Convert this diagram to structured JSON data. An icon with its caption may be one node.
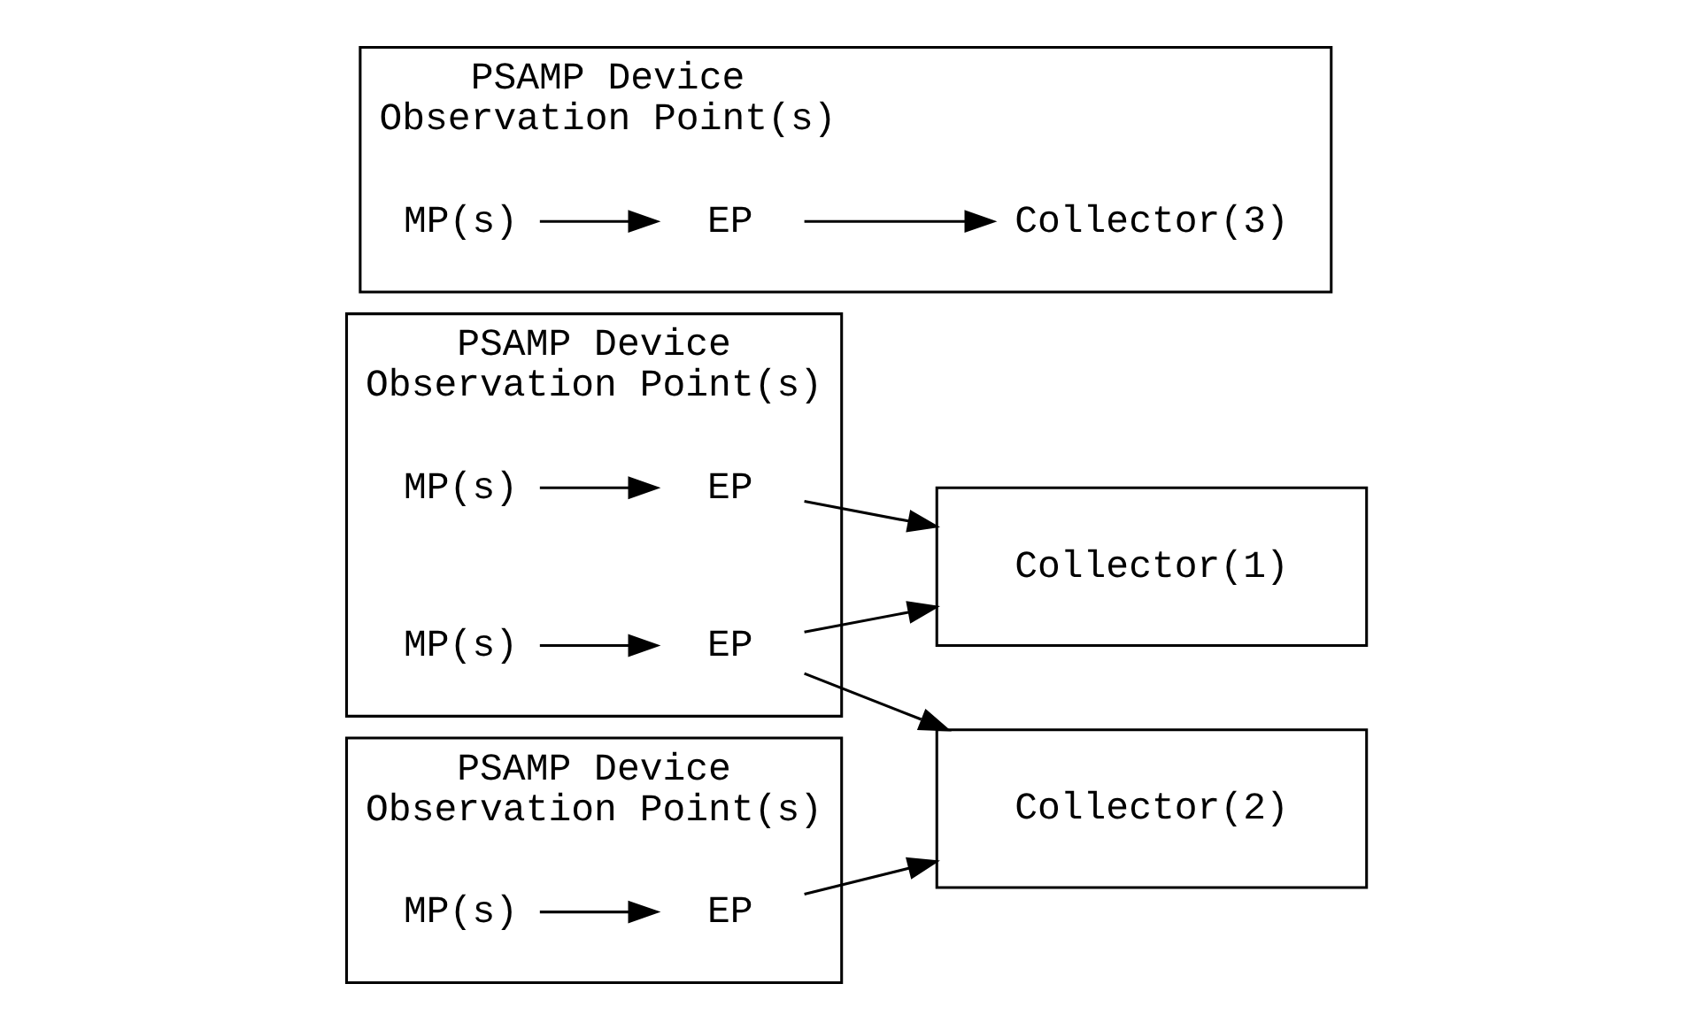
{
  "diagram": {
    "nodes": [
      {
        "text": [
          "PSAMP Device",
          "Observation Point(s)"
        ]
      },
      {
        "text": [
          "MP(s)"
        ],
        "in": 0
      },
      {
        "text": [
          "EP"
        ],
        "in": 0
      },
      {
        "text": [
          "MP(s)"
        ],
        "in": 0
      },
      {
        "text": [
          "EP"
        ],
        "in": 0
      },
      {
        "text": [
          "Collector(1)"
        ]
      },
      {
        "text": [
          "PSAMP Device",
          "Observation Point(s)"
        ]
      },
      {
        "text": [
          "MP(s)"
        ],
        "in": 6
      },
      {
        "text": [
          "EP"
        ],
        "in": 6
      },
      {
        "text": [
          "Collector(2)"
        ]
      },
      {
        "text": [
          "PSAMP Device",
          "Observation Point(s)"
        ]
      },
      {
        "text": [
          "MP(s)"
        ],
        "in": 10
      },
      {
        "text": [
          "EP"
        ],
        "in": 10
      },
      {
        "text": [
          "Collector(3)"
        ],
        "in": 10
      }
    ],
    "edges": [
      {
        "from": 1,
        "to": 2,
        "arrow": "to"
      },
      {
        "from": 2,
        "to": 5,
        "arrow": "to"
      },
      {
        "from": 3,
        "to": 4,
        "arrow": "to"
      },
      {
        "from": 4,
        "to": 5,
        "arrow": "to"
      },
      {
        "from": 4,
        "to": 9,
        "arrow": "to"
      },
      {
        "from": 7,
        "to": 8,
        "arrow": "to"
      },
      {
        "from": 8,
        "to": 9,
        "arrow": "to"
      },
      {
        "from": 11,
        "to": 12,
        "arrow": "to"
      },
      {
        "from": 12,
        "to": 13,
        "arrow": "to"
      }
    ]
  }
}
